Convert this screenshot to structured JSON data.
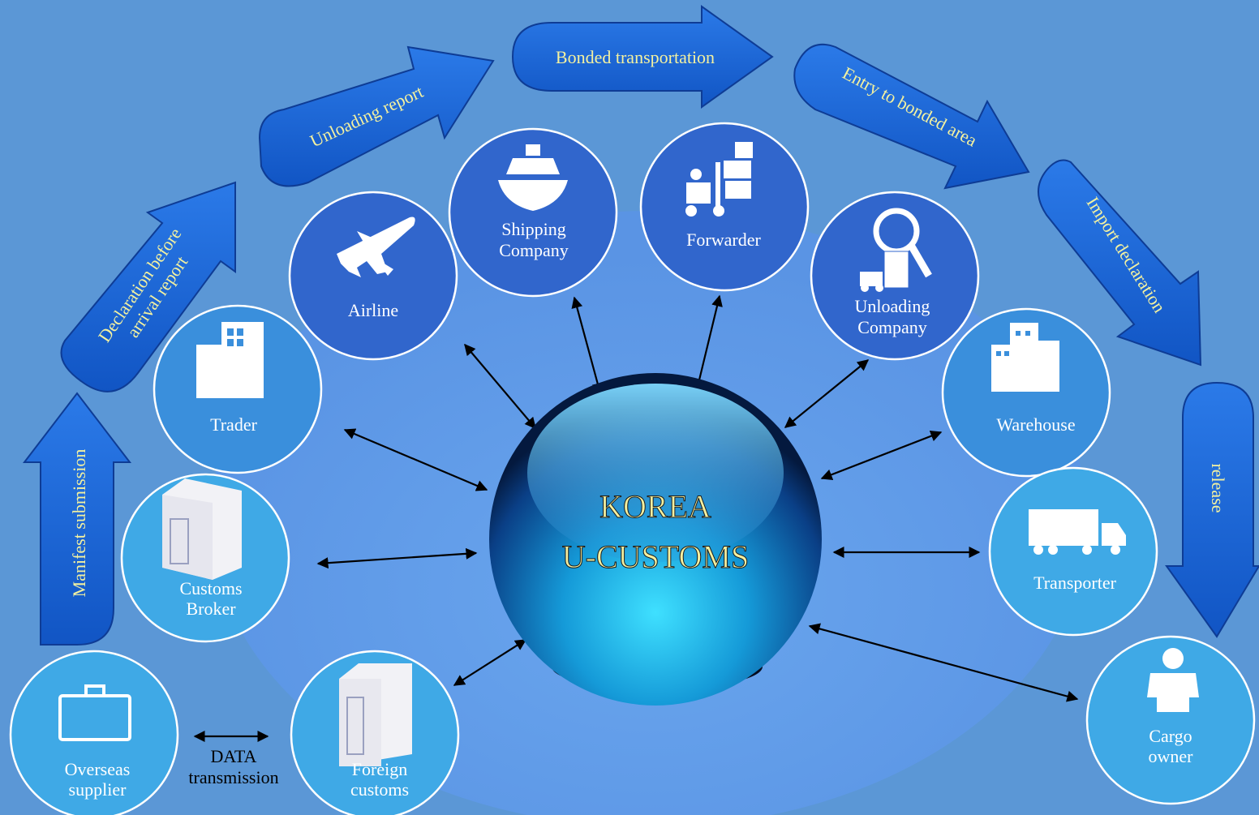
{
  "hub": {
    "line1": "KOREA",
    "line2": "U-CUSTOMS"
  },
  "process_steps": [
    {
      "id": "manifest",
      "label": "Manifest submission"
    },
    {
      "id": "declaration",
      "line1": "Declaration before",
      "line2": "arrival report"
    },
    {
      "id": "unloading",
      "label": "Unloading report"
    },
    {
      "id": "bonded",
      "label": "Bonded transportation"
    },
    {
      "id": "entry",
      "label": "Entry to bonded area"
    },
    {
      "id": "import",
      "label": "Import declaration"
    },
    {
      "id": "release",
      "label": "release"
    }
  ],
  "nodes": [
    {
      "id": "overseas-supplier",
      "line1": "Overseas",
      "line2": "supplier",
      "icon": "briefcase-icon"
    },
    {
      "id": "foreign-customs",
      "line1": "Foreign",
      "line2": "customs",
      "icon": "warehouse-box-icon"
    },
    {
      "id": "customs-broker",
      "line1": "Customs",
      "line2": "Broker",
      "icon": "warehouse-box-icon"
    },
    {
      "id": "trader",
      "line1": "Trader",
      "line2": "",
      "icon": "building-icon"
    },
    {
      "id": "airline",
      "line1": "Airline",
      "line2": "",
      "icon": "airplane-icon"
    },
    {
      "id": "shipping-company",
      "line1": "Shipping",
      "line2": "Company",
      "icon": "ship-icon"
    },
    {
      "id": "forwarder",
      "line1": "Forwarder",
      "line2": "",
      "icon": "forklift-icon"
    },
    {
      "id": "unloading-company",
      "line1": "Unloading",
      "line2": "Company",
      "icon": "magnifier-cargo-icon"
    },
    {
      "id": "warehouse",
      "line1": "Warehouse",
      "line2": "",
      "icon": "buildings-icon"
    },
    {
      "id": "transporter",
      "line1": "Transporter",
      "line2": "",
      "icon": "truck-icon"
    },
    {
      "id": "cargo-owner",
      "line1": "Cargo",
      "line2": "owner",
      "icon": "person-icon"
    }
  ],
  "data_link": {
    "line1": "DATA",
    "line2": "transmission"
  },
  "colors": {
    "background": "#5b97d6",
    "arrow": "#1d67d8",
    "node_dark": "#2f63c7",
    "node_light": "#3fa9e6",
    "hub_core": "#22b6f3",
    "step_text": "#f3f1a0",
    "hub_text": "#f4f0a0"
  }
}
